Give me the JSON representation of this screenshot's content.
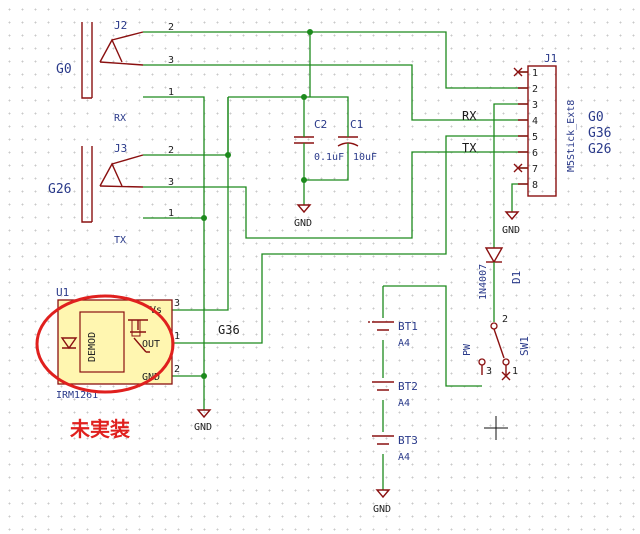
{
  "colors": {
    "wire": "#1d8a1d",
    "component": "#8a1010",
    "ic_fill": "#fff6b0",
    "highlight": "#e0201e",
    "text": "#2a3a8a"
  },
  "j2": {
    "ref": "J2",
    "label": "G0",
    "net": "RX",
    "pins": [
      "2",
      "3",
      "1"
    ]
  },
  "j3": {
    "ref": "J3",
    "label": "G26",
    "net": "TX",
    "pins": [
      "2",
      "3",
      "1"
    ]
  },
  "c2": {
    "ref": "C2",
    "value": "0.1uF"
  },
  "c1": {
    "ref": "C1",
    "value": "10uF"
  },
  "gnd_label": "GND",
  "j1": {
    "ref": "J1",
    "value": "M5Stick_Ext8",
    "pins": [
      "1",
      "2",
      "3",
      "4",
      "5",
      "6",
      "7",
      "8"
    ],
    "signals": {
      "rx": "RX",
      "tx": "TX",
      "g0": "G0",
      "g36": "G36",
      "g26": "G26"
    }
  },
  "u1": {
    "ref": "U1",
    "value": "IRM1261",
    "block": "DEMOD",
    "pin_vs": "Vs",
    "pin_out": "OUT",
    "pin_gnd": "GND",
    "pin_nums": [
      "3",
      "1",
      "2"
    ],
    "net_out": "G36",
    "note": "未実装"
  },
  "d1": {
    "ref": "D1",
    "value": "1N4007"
  },
  "sw1": {
    "ref": "SW1",
    "net": "PW",
    "pins": [
      "2",
      "1",
      "3"
    ]
  },
  "batteries": [
    {
      "ref": "BT1",
      "value": "A4"
    },
    {
      "ref": "BT2",
      "value": "A4"
    },
    {
      "ref": "BT3",
      "value": "A4"
    }
  ]
}
